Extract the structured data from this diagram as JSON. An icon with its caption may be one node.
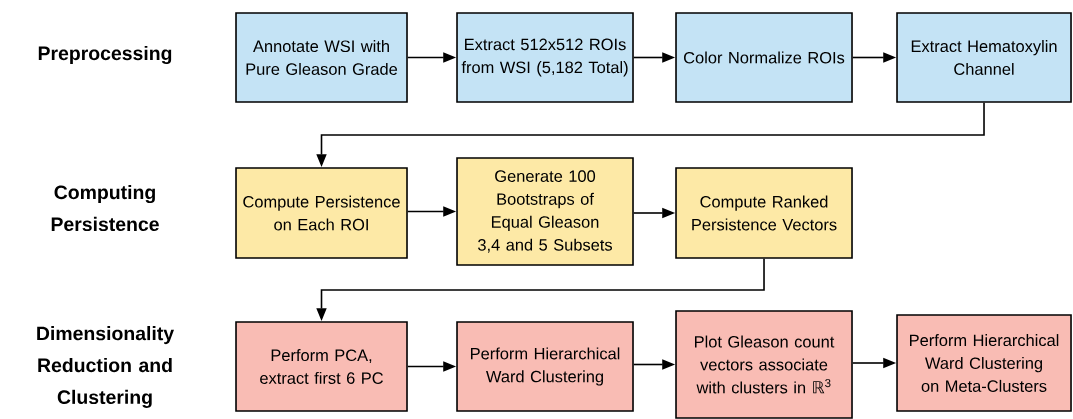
{
  "diagram": {
    "nodes": [
      {
        "text": [
          "Annotate WSI with Pure Gleason Grade"
        ]
      },
      {
        "text": [
          "Extract 512x512 ROIs from WSI (5,182 Total)"
        ]
      },
      {
        "text": [
          "Color Normalize ROIs"
        ]
      },
      {
        "text": [
          "Extract Hematoxylin Channel"
        ]
      },
      {
        "text": [
          "Compute Persistence on Each ROI"
        ]
      },
      {
        "text": [
          "Generate 100 Bootstraps of Equal Gleason 3,4 and 5 Subsets"
        ]
      },
      {
        "text": [
          "Compute Ranked Persistence Vectors"
        ]
      },
      {
        "text": [
          "Perform PCA, extract first 6 PC"
        ]
      },
      {
        "text": [
          "Perform Hierarchical Ward Clustering"
        ]
      },
      {
        "text": [
          "Plot Gleason count vectors associate with clusters in ℝ$^{3}$"
        ]
      },
      {
        "text": [
          "Perform Hierarchical Ward Clustering on Meta-Clusters"
        ]
      }
    ],
    "edges": [
      {
        "from": 0,
        "to": 1,
        "arrow": "to"
      },
      {
        "from": 1,
        "to": 2,
        "arrow": "to"
      },
      {
        "from": 2,
        "to": 3,
        "arrow": "to"
      },
      {
        "from": 3,
        "to": 4,
        "arrow": "to"
      },
      {
        "from": 4,
        "to": 5,
        "arrow": "to"
      },
      {
        "from": 5,
        "to": 6,
        "arrow": "to"
      },
      {
        "from": 6,
        "to": 7,
        "arrow": "to"
      },
      {
        "from": 7,
        "to": 8,
        "arrow": "to"
      },
      {
        "from": 8,
        "to": 9,
        "arrow": "to"
      },
      {
        "from": 9,
        "to": 10,
        "arrow": "to"
      }
    ],
    "labels": [
      "Preprocessing",
      "Computing Persistence",
      "Dimensionality Reduction and Clustering"
    ]
  }
}
